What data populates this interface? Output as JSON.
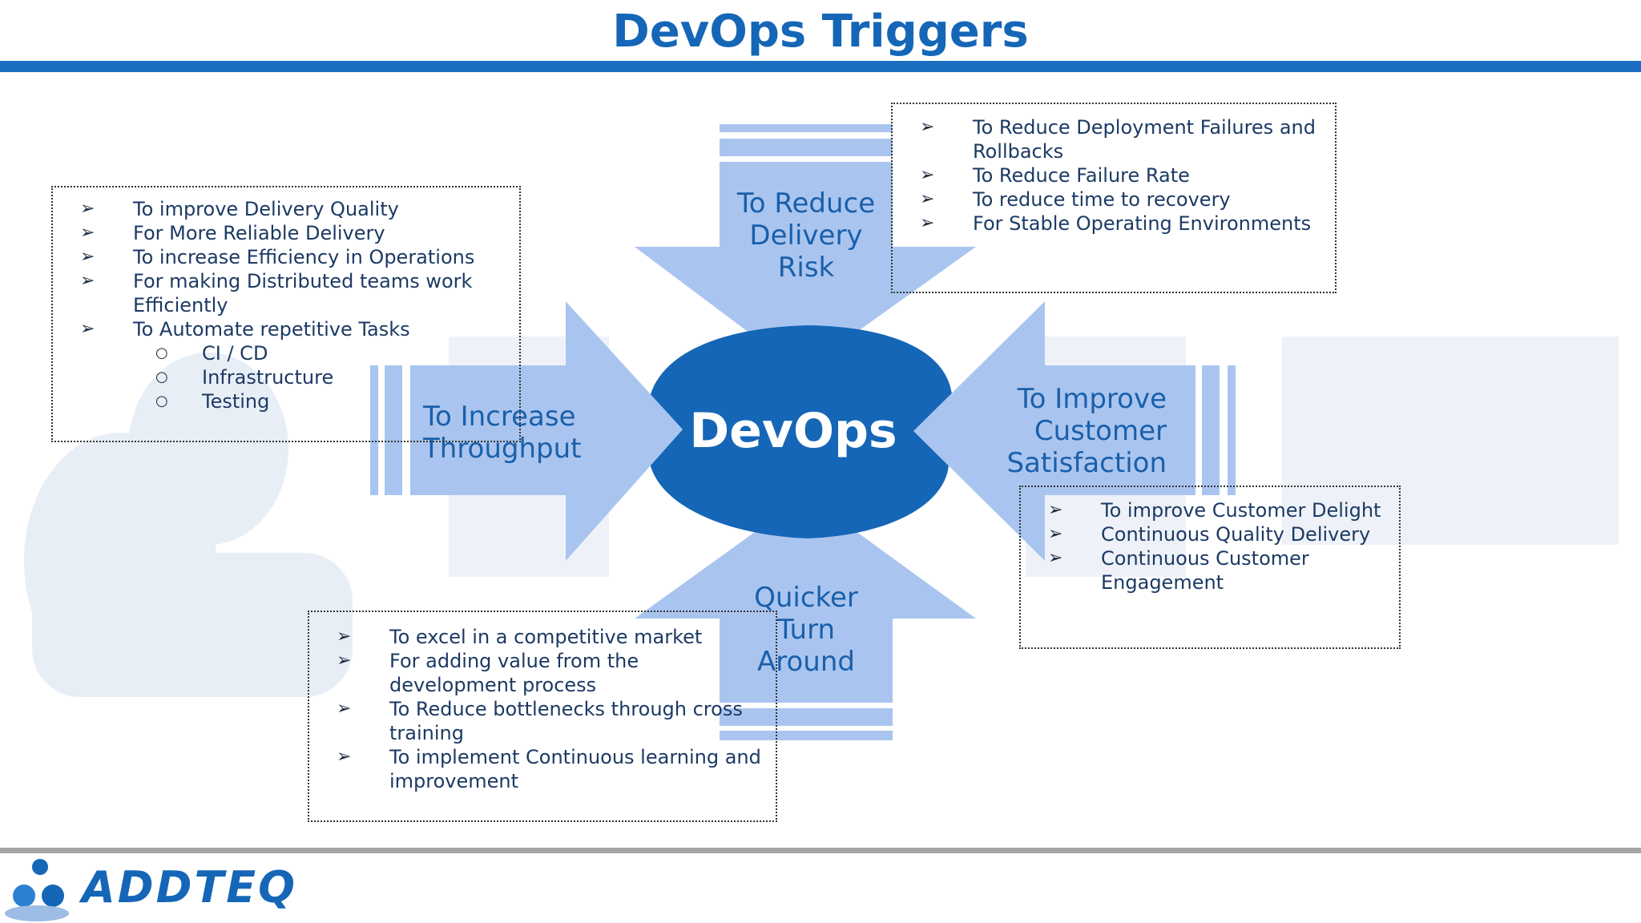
{
  "title": "DevOps Triggers",
  "colors": {
    "brand": "#1566b7",
    "arrow": "#a9c5ef",
    "center": "#1566b7"
  },
  "center_label": "DevOps",
  "arrows": {
    "top": [
      "To Reduce",
      "Delivery",
      "Risk"
    ],
    "left": [
      "To Increase",
      "Throughput"
    ],
    "right": [
      "To Improve",
      "Customer",
      "Satisfaction"
    ],
    "bottom": [
      "Quicker",
      "Turn",
      "Around"
    ]
  },
  "boxes": {
    "top_left": [
      {
        "text": "To improve Delivery Quality",
        "bullet": "➢"
      },
      {
        "text": "For More Reliable Delivery",
        "bullet": "➢"
      },
      {
        "text": "To increase  Efficiency in Operations",
        "bullet": "➢"
      },
      {
        "text": "For making Distributed teams work",
        "bullet": "➢"
      },
      {
        "text": "Efficiently",
        "bullet": ""
      },
      {
        "text": "To Automate repetitive Tasks",
        "bullet": "➢"
      },
      {
        "text": "CI / CD",
        "bullet": "○",
        "sub": true
      },
      {
        "text": "Infrastructure",
        "bullet": "○",
        "sub": true
      },
      {
        "text": "Testing",
        "bullet": "○",
        "sub": true
      }
    ],
    "top_right": [
      {
        "text": "To Reduce Deployment Failures and",
        "bullet": "➢"
      },
      {
        "text": "Rollbacks",
        "bullet": ""
      },
      {
        "text": "To Reduce Failure Rate",
        "bullet": "➢"
      },
      {
        "text": "To reduce time to recovery",
        "bullet": "➢"
      },
      {
        "text": "For Stable Operating Environments",
        "bullet": "➢"
      }
    ],
    "bottom_left": [
      {
        "text": "To excel in a competitive market",
        "bullet": "➢"
      },
      {
        "text": "For adding value from the",
        "bullet": "➢"
      },
      {
        "text": "development process",
        "bullet": ""
      },
      {
        "text": "To Reduce bottlenecks through cross",
        "bullet": "➢"
      },
      {
        "text": "training",
        "bullet": ""
      },
      {
        "text": "To implement Continuous learning and",
        "bullet": "➢"
      },
      {
        "text": "improvement",
        "bullet": ""
      }
    ],
    "bottom_right": [
      {
        "text": "To improve Customer Delight",
        "bullet": "➢"
      },
      {
        "text": "Continuous Quality Delivery",
        "bullet": "➢"
      },
      {
        "text": "Continuous Customer",
        "bullet": "➢"
      },
      {
        "text": "Engagement",
        "bullet": ""
      }
    ]
  },
  "logo": {
    "text": "ADDTEQ"
  }
}
